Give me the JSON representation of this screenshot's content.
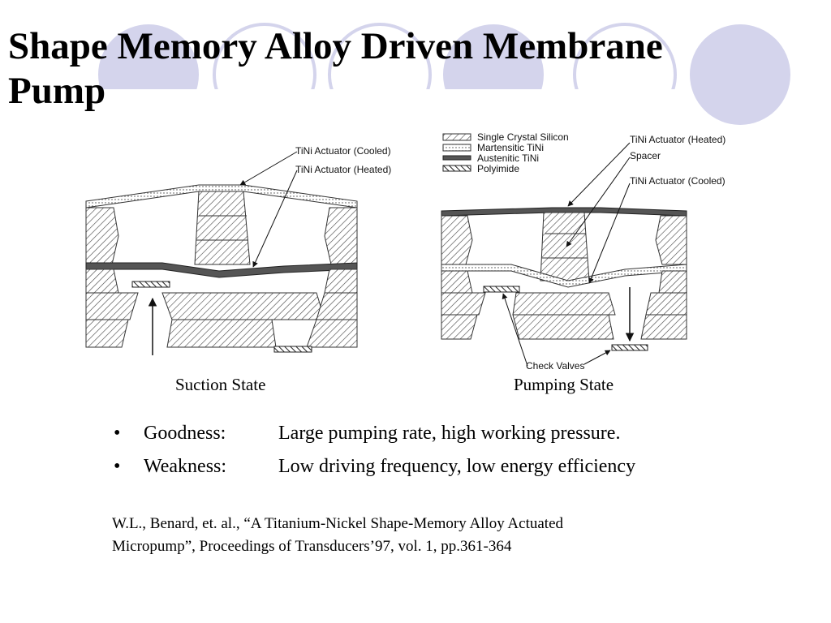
{
  "slide": {
    "title_line1": "Shape Memory Alloy Driven Membrane",
    "title_line2": "Pump"
  },
  "diagram": {
    "left_labels": {
      "actuator_cooled": "TiNi Actuator (Cooled)",
      "actuator_heated": "TiNi Actuator (Heated)"
    },
    "legend": [
      {
        "label": "Single Crystal Silicon"
      },
      {
        "label": "Martensitic TiNi"
      },
      {
        "label": "Austenitic TiNi"
      },
      {
        "label": "Polyimide"
      }
    ],
    "right_labels": {
      "actuator_heated": "TiNi Actuator (Heated)",
      "spacer": "Spacer",
      "actuator_cooled": "TiNi Actuator (Cooled)",
      "check_valves": "Check Valves"
    },
    "captions": {
      "left": "Suction State",
      "right": "Pumping State"
    }
  },
  "bullets": [
    {
      "marker": "•",
      "label": "Goodness:",
      "text": "Large pumping rate, high working pressure."
    },
    {
      "marker": "•",
      "label": "Weakness:",
      "text": "Low driving frequency, low energy efficiency"
    }
  ],
  "reference": {
    "line1": "W.L., Benard, et. al., “A Titanium-Nickel Shape-Memory Alloy Actuated",
    "line2": "Micropump”, Proceedings of Transducers’97, vol. 1, pp.361-364"
  },
  "colors": {
    "decor_circle": "#d4d4ec",
    "hatch": "#444444"
  }
}
